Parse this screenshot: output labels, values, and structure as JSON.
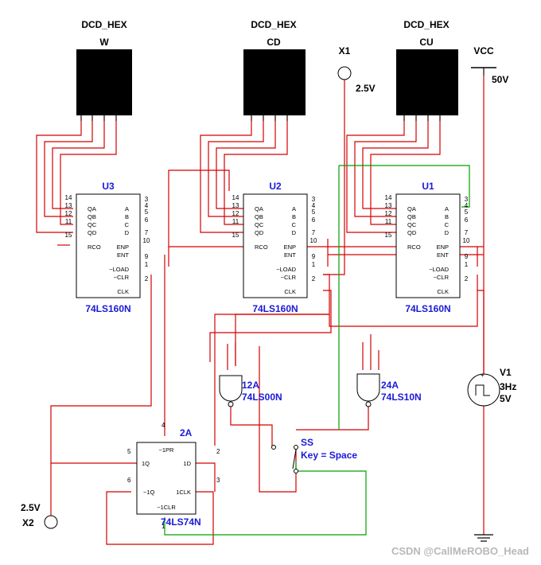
{
  "displays": [
    {
      "type": "DCD_HEX",
      "name": "W"
    },
    {
      "type": "DCD_HEX",
      "name": "CD"
    },
    {
      "type": "DCD_HEX",
      "name": "CU"
    }
  ],
  "counters": [
    {
      "ref": "U3",
      "part": "74LS160N"
    },
    {
      "ref": "U2",
      "part": "74LS160N"
    },
    {
      "ref": "U1",
      "part": "74LS160N"
    }
  ],
  "counter_pins": {
    "left_names": [
      "QA",
      "QB",
      "QC",
      "QD",
      "RCO"
    ],
    "right_names": [
      "A",
      "B",
      "C",
      "D",
      "ENP",
      "ENT",
      "~LOAD",
      "~CLR",
      "CLK"
    ],
    "left_nums": [
      "14",
      "13",
      "12",
      "11",
      "15"
    ],
    "right_nums": [
      "3",
      "4",
      "5",
      "6",
      "7",
      "10",
      "9",
      "1",
      "2"
    ]
  },
  "probe_x1": {
    "name": "X1",
    "voltage": "2.5V"
  },
  "probe_x2": {
    "name": "X2",
    "voltage": "2.5V"
  },
  "vcc": {
    "name": "VCC",
    "voltage": "50V"
  },
  "source_v1": {
    "name": "V1",
    "freq": "3Hz",
    "amp": "5V"
  },
  "gate_12a": {
    "ref": "12A",
    "part": "74LS00N"
  },
  "gate_24a": {
    "ref": "24A",
    "part": "74LS10N"
  },
  "flipflop": {
    "ref": "2A",
    "part": "74LS74N",
    "pins": [
      "~1PR",
      "1Q",
      "1D",
      "~1Q",
      "1CLK",
      "~1CLR"
    ],
    "nums": [
      "4",
      "5",
      "2",
      "6",
      "3",
      "1"
    ]
  },
  "switch_ss": {
    "name": "SS",
    "key": "Key = Space"
  },
  "watermark": "CSDN @CallMeROBO_Head",
  "colors": {
    "wire_red": "#d40000",
    "wire_green": "#00a000",
    "part_blue": "#1a1ad9",
    "display_fill": "#000000"
  }
}
